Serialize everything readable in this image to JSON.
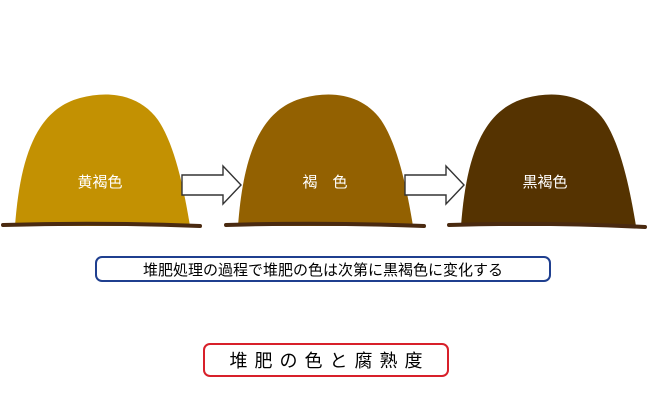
{
  "colors": {
    "pile_1": "#c39102",
    "pile_2": "#936101",
    "pile_3": "#553301",
    "ground": "#4a2a10",
    "arrow_stroke": "#333333",
    "caption_border": "#1f3f8f",
    "title_border": "#d8202a"
  },
  "piles": [
    {
      "label": "黄褐色"
    },
    {
      "label": "褐　色"
    },
    {
      "label": "黒褐色"
    }
  ],
  "arrows": [
    {
      "icon": "right-arrow-icon"
    },
    {
      "icon": "right-arrow-icon"
    }
  ],
  "caption": "堆肥処理の過程で堆肥の色は次第に黒褐色に変化する",
  "title": "堆肥の色と腐熟度"
}
